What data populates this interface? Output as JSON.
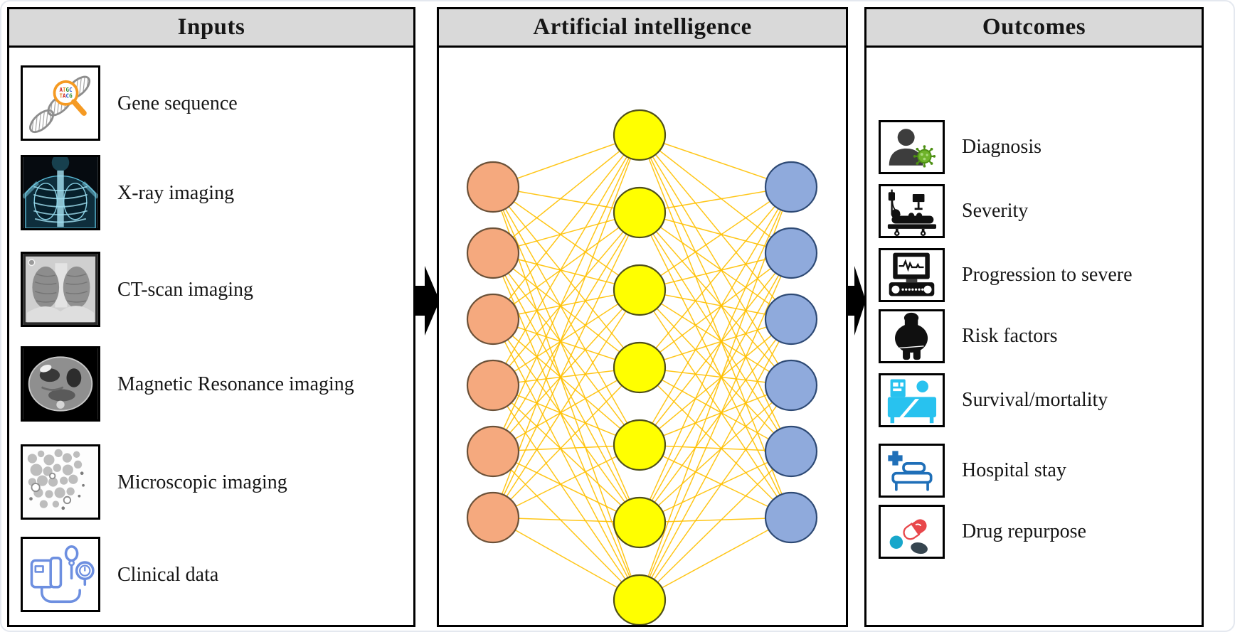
{
  "figure": {
    "panels": {
      "inputs": {
        "title": "Inputs",
        "items": [
          {
            "label": "Gene sequence",
            "icon": "dna-magnifier-icon"
          },
          {
            "label": "X-ray imaging",
            "icon": "chest-xray-icon"
          },
          {
            "label": "CT-scan imaging",
            "icon": "ct-scan-icon"
          },
          {
            "label": "Magnetic Resonance imaging",
            "icon": "mri-icon"
          },
          {
            "label": "Microscopic imaging",
            "icon": "microscopy-icon"
          },
          {
            "label": "Clinical data",
            "icon": "blood-pressure-monitor-icon"
          }
        ]
      },
      "ai": {
        "title": "Artificial intelligence",
        "network": {
          "type": "fully-connected-neural-network",
          "input_nodes": 6,
          "hidden_nodes": 7,
          "output_nodes": 6,
          "input_color": "#F5A97E",
          "input_border": "#6b5138",
          "hidden_color": "#FFFF00",
          "hidden_border": "#4f4f1a",
          "output_color": "#8FAADC",
          "output_border": "#2e4a75",
          "edge_color": "#FFC000"
        }
      },
      "outcomes": {
        "title": "Outcomes",
        "items": [
          {
            "label": "Diagnosis",
            "icon": "patient-virus-icon"
          },
          {
            "label": "Severity",
            "icon": "patient-bed-iv-icon"
          },
          {
            "label": "Progression to severe",
            "icon": "ecg-monitor-icon"
          },
          {
            "label": "Risk factors",
            "icon": "obese-person-icon"
          },
          {
            "label": "Survival/mortality",
            "icon": "patient-care-bed-icon"
          },
          {
            "label": "Hospital stay",
            "icon": "hospital-bed-cross-icon"
          },
          {
            "label": "Drug repurpose",
            "icon": "pills-icon"
          }
        ]
      }
    },
    "colors": {
      "panel_header_bg": "#D9D9D9",
      "panel_border": "#000000",
      "flow_arrow": "#000000"
    }
  }
}
